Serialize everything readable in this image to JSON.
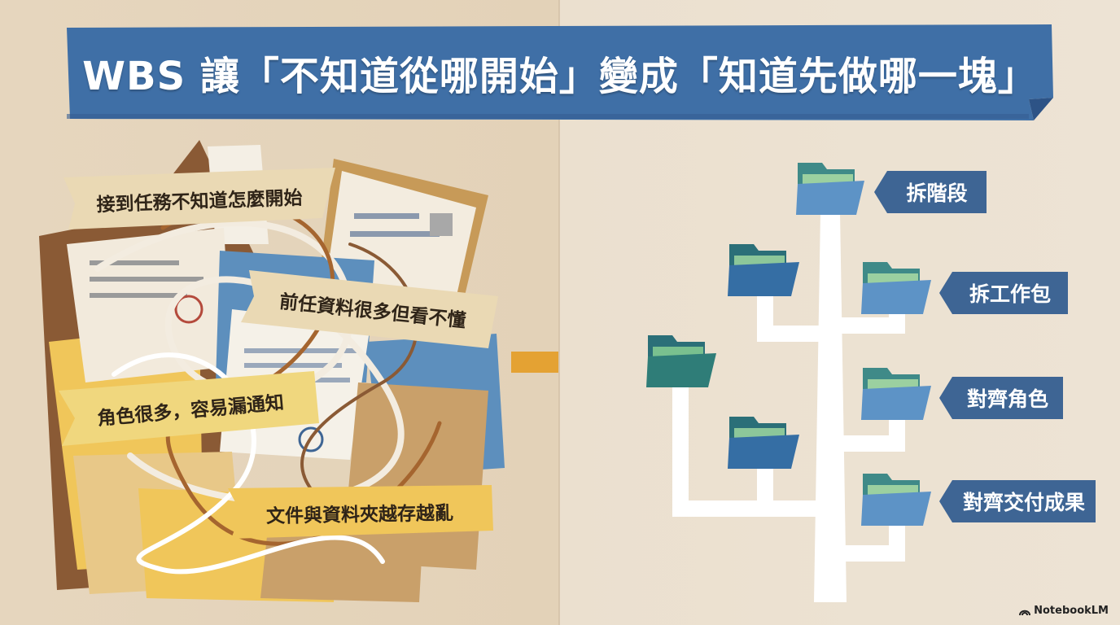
{
  "title": "WBS 讓「不知道從哪開始」變成「知道先做哪一塊」",
  "left_labels": [
    "接到任務不知道怎麼開始",
    "前任資料很多但看不懂",
    "角色很多，容易漏通知",
    "文件與資料夾越存越亂"
  ],
  "right_labels": [
    "拆階段",
    "拆工作包",
    "對齊角色",
    "對齊交付成果"
  ],
  "brand": "NotebookLM",
  "colors": {
    "banner": "#3f6fa6",
    "tag": "#3e6594",
    "arrow": "#e4a233",
    "label_paper": "#ead9b4"
  }
}
